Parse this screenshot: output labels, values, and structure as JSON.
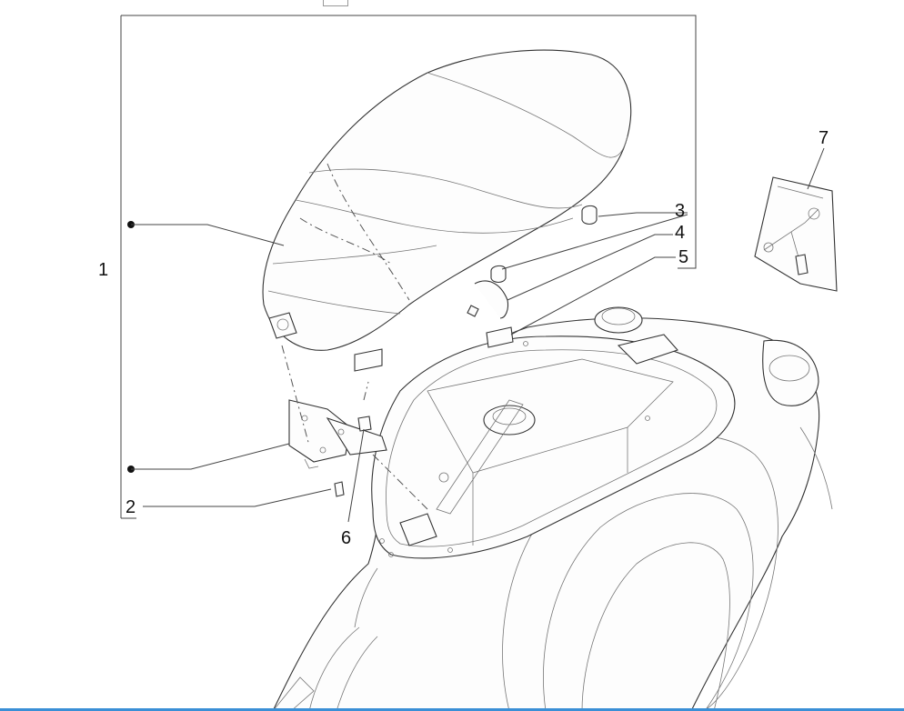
{
  "callouts": {
    "c1": "1",
    "c2": "2",
    "c3": "3",
    "c4": "4",
    "c5": "5",
    "c6": "6",
    "c7": "7"
  },
  "colors": {
    "line": "#444444",
    "accent_bar": "#3a8fd6"
  }
}
